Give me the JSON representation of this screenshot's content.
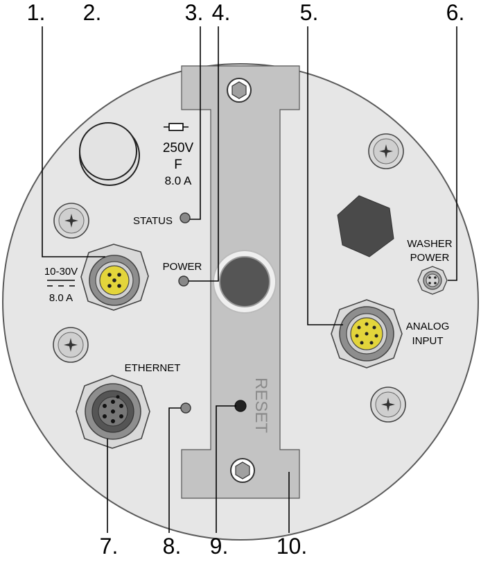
{
  "callouts": [
    "1.",
    "2.",
    "3.",
    "4.",
    "5.",
    "6.",
    "7.",
    "8.",
    "9.",
    "10."
  ],
  "labels": {
    "fuse_voltage": "250V",
    "fuse_type": "F",
    "fuse_current": "8.0 A",
    "status": "STATUS",
    "power": "POWER",
    "supply_voltage": "10-30V",
    "supply_current": "8.0 A",
    "washer_line1": "WASHER",
    "washer_line2": "POWER",
    "analog_line1": "ANALOG",
    "analog_line2": "INPUT",
    "ethernet": "ETHERNET",
    "reset": "RESET"
  }
}
